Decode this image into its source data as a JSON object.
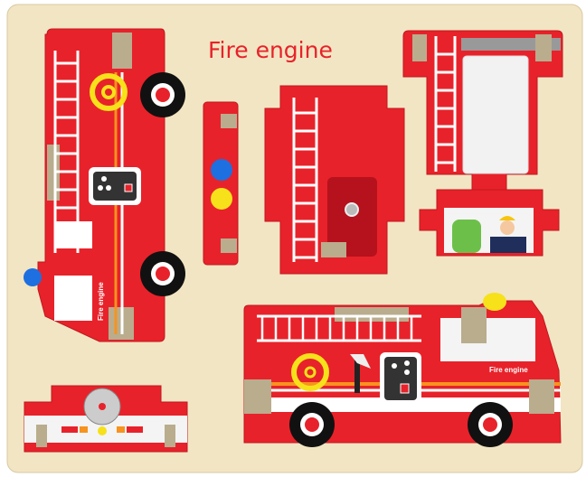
{
  "puzzle": {
    "title": "Fire engine",
    "vertical_truck_label": "Fire engine",
    "bottom_truck_label": "Fire engine"
  },
  "colors": {
    "board": "#f2e5c3",
    "red": "#e8222a",
    "dark_red": "#b5121d",
    "yellow": "#f6e11a",
    "blue": "#1e6fe0",
    "slot": "#b9ad8e"
  }
}
